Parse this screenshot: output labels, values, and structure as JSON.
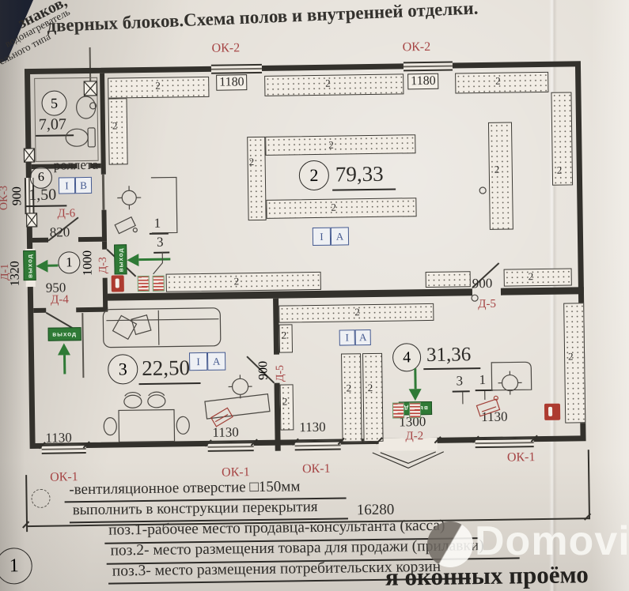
{
  "title": {
    "cut": "знаков,",
    "main": "дверных блоков.Схема полов и внутренней отделки."
  },
  "notes": {
    "heater1": "водонагреватель",
    "heater2": "ельного типа",
    "rolleta": "роллета"
  },
  "rooms": {
    "r1": {
      "num": "1"
    },
    "r2": {
      "num": "2",
      "area": "79,33"
    },
    "r3": {
      "num": "3",
      "area": "22,50"
    },
    "r4": {
      "num": "4",
      "area": "31,36"
    },
    "r5": {
      "num": "5",
      "area": "7,07"
    },
    "r6": {
      "num": "6",
      "area": "1,50"
    }
  },
  "openings": {
    "ok1": "ОК-1",
    "ok2": "ОК-2",
    "ok3": "ОК-3",
    "d1": "Д-1",
    "d2": "Д-2",
    "d3": "Д-3",
    "d4": "Д-4",
    "d5": "Д-5",
    "d6": "Д-6"
  },
  "dims": {
    "w1180": "1180",
    "w820": "820",
    "w900": "900",
    "w950": "950",
    "w1000": "1000",
    "w1130": "1130",
    "w1300": "1300",
    "w1320": "1320",
    "total": "16280"
  },
  "markers": {
    "i": "I",
    "a": "A",
    "b": "B",
    "shelf": "2",
    "pos1": "1",
    "pos3": "3"
  },
  "signs": {
    "exit": "выход"
  },
  "legend": {
    "vent_line1": "-вентиляционное отверстие □150мм",
    "vent_line2": "выполнить в конструкции перекрытия",
    "pos1": "поз.1-рабочее место продавца-консультанта (касса)",
    "pos2": "поз.2- место размещения товара для продажи (прилавки)",
    "pos3": "поз.3- место размещения потребительских корзин",
    "axis": "1",
    "bottom_partial": "я оконных проёмо"
  },
  "watermark": {
    "name": "Domovita"
  },
  "colors": {
    "label_red": "#a64545",
    "marker_blue": "#44598f",
    "exit_green": "#2f7a36",
    "wall": "#33312c",
    "alarm_red": "#ad3b30"
  }
}
